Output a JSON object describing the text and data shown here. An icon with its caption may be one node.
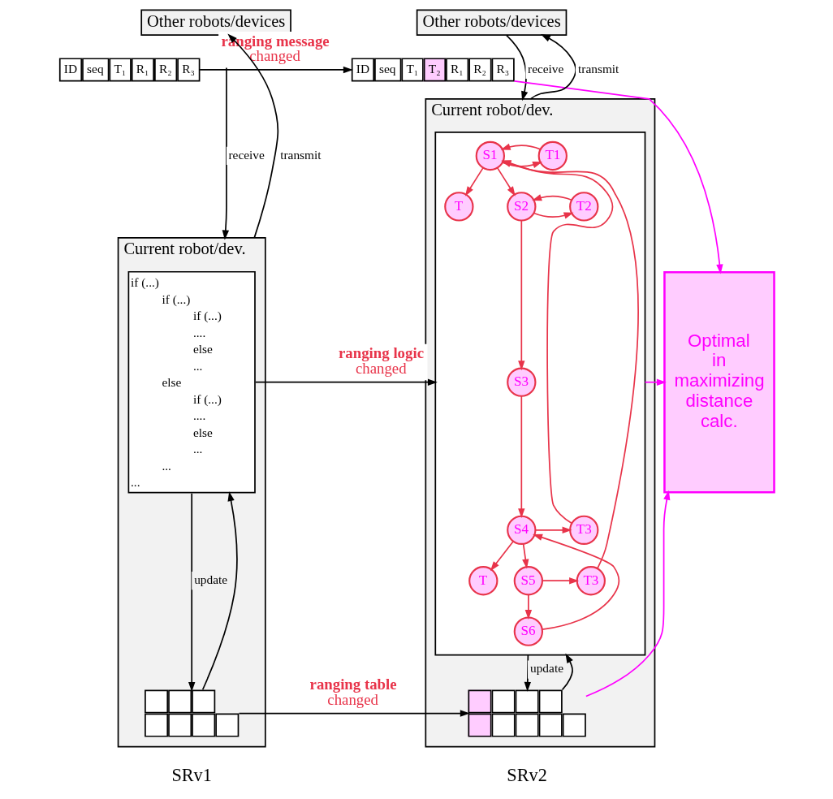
{
  "diagram": {
    "nodes": [
      {
        "text": [
          "Other robots/devices"
        ]
      },
      {
        "text": [
          "ID",
          "seq",
          "T₁",
          "R₁",
          "R₂",
          "R₃"
        ]
      },
      {
        "text": [
          "Current robot/dev."
        ]
      },
      {
        "text": [
          "if (...)",
          "if (...)",
          "if (...)",
          "....",
          "else",
          "...",
          "else",
          "if (...)",
          "....",
          "else",
          "...",
          "...",
          "..."
        ],
        "in": 2
      },
      {
        "text": [],
        "shape": "table",
        "in": 2
      },
      {
        "text": [
          "Other robots/devices"
        ]
      },
      {
        "text": [
          "ID",
          "seq",
          "T₁",
          "T₂",
          "R₁",
          "R₂",
          "R₃"
        ]
      },
      {
        "text": [
          "Current robot/dev."
        ]
      },
      {
        "text": [],
        "shape": "box",
        "in": 7
      },
      {
        "text": [
          "S1"
        ],
        "in": 8
      },
      {
        "text": [
          "T1"
        ],
        "in": 8
      },
      {
        "text": [
          "T"
        ],
        "in": 8
      },
      {
        "text": [
          "S2"
        ],
        "in": 8
      },
      {
        "text": [
          "T2"
        ],
        "in": 8
      },
      {
        "text": [
          "S3"
        ],
        "in": 8
      },
      {
        "text": [
          "T3"
        ],
        "in": 8
      },
      {
        "text": [
          "S4"
        ],
        "in": 8
      },
      {
        "text": [
          "T"
        ],
        "in": 8
      },
      {
        "text": [
          "T3"
        ],
        "in": 8
      },
      {
        "text": [
          "S5"
        ],
        "in": 8
      },
      {
        "text": [
          "S6"
        ],
        "in": 8
      },
      {
        "text": [],
        "shape": "table",
        "in": 7
      },
      {
        "text": [
          "Optimal in maximizing distance calc."
        ]
      }
    ],
    "edges": [
      {
        "from": 0,
        "to": 2,
        "arrow": "to",
        "label": "receive",
        "color": "#000000"
      },
      {
        "from": 2,
        "to": 0,
        "arrow": "to",
        "label": "transmit",
        "color": "#000000"
      },
      {
        "from": 1,
        "to": 6,
        "arrow": "to",
        "label": "**ranging message** changed",
        "color": "#000000"
      },
      {
        "from": 5,
        "to": 7,
        "arrow": "to",
        "label": "receive",
        "color": "#000000"
      },
      {
        "from": 7,
        "to": 5,
        "arrow": "to",
        "label": "transmit",
        "color": "#000000"
      },
      {
        "from": 3,
        "to": 4,
        "arrow": "to",
        "label": "update",
        "color": "#000000"
      },
      {
        "from": 4,
        "to": 3,
        "arrow": "to",
        "color": "#000000"
      },
      {
        "from": 3,
        "to": 8,
        "arrow": "to",
        "label": "**ranging logic** changed",
        "color": "#000000"
      },
      {
        "from": 8,
        "to": 21,
        "arrow": "to",
        "label": "update",
        "color": "#000000"
      },
      {
        "from": 21,
        "to": 8,
        "arrow": "to",
        "color": "#000000"
      },
      {
        "from": 4,
        "to": 21,
        "arrow": "to",
        "label": "**ranging table** changed",
        "color": "#000000"
      },
      {
        "from": 6,
        "to": 22,
        "arrow": "to",
        "color": "#ff00ff"
      },
      {
        "from": 8,
        "to": 22,
        "arrow": "to",
        "color": "#ff00ff"
      },
      {
        "from": 21,
        "to": 22,
        "arrow": "to",
        "color": "#ff00ff"
      },
      {
        "from": 9,
        "to": 10,
        "arrow": "to",
        "color": "#e8344a"
      },
      {
        "from": 10,
        "to": 9,
        "arrow": "to",
        "color": "#e8344a"
      },
      {
        "from": 9,
        "to": 11,
        "arrow": "to",
        "color": "#e8344a"
      },
      {
        "from": 9,
        "to": 12,
        "arrow": "to",
        "color": "#e8344a"
      },
      {
        "from": 12,
        "to": 13,
        "arrow": "to",
        "color": "#e8344a"
      },
      {
        "from": 13,
        "to": 12,
        "arrow": "to",
        "color": "#e8344a"
      },
      {
        "from": 12,
        "to": 14,
        "arrow": "to",
        "color": "#e8344a"
      },
      {
        "from": 14,
        "to": 16,
        "arrow": "to",
        "color": "#e8344a"
      },
      {
        "from": 16,
        "to": 15,
        "arrow": "to",
        "color": "#e8344a"
      },
      {
        "from": 16,
        "to": 17,
        "arrow": "to",
        "color": "#e8344a"
      },
      {
        "from": 16,
        "to": 19,
        "arrow": "to",
        "color": "#e8344a"
      },
      {
        "from": 19,
        "to": 18,
        "arrow": "to",
        "color": "#e8344a"
      },
      {
        "from": 19,
        "to": 20,
        "arrow": "to",
        "color": "#e8344a"
      },
      {
        "from": 20,
        "to": 16,
        "arrow": "to",
        "color": "#e8344a"
      },
      {
        "from": 15,
        "to": 9,
        "arrow": "to",
        "color": "#e8344a"
      },
      {
        "from": 18,
        "to": 9,
        "arrow": "to",
        "color": "#e8344a"
      }
    ],
    "labels": [
      "SRv1",
      "SRv2"
    ]
  }
}
